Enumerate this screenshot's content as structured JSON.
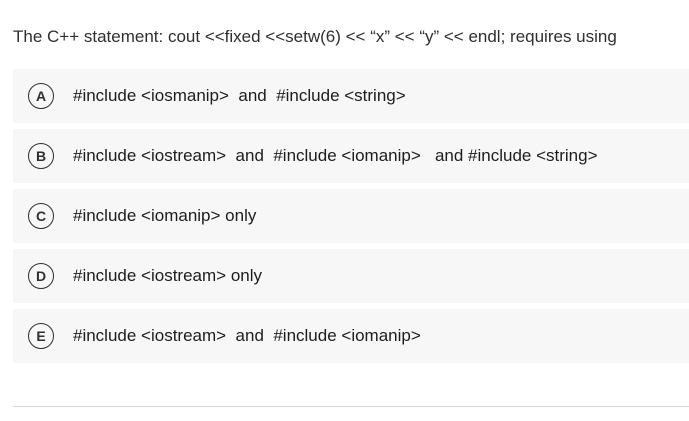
{
  "question": {
    "text": "The C++ statement: cout <<fixed <<setw(6) << “x” << “y” << endl; requires using"
  },
  "options": [
    {
      "letter": "A",
      "text": "#include <iosmanip>  and  #include <string>"
    },
    {
      "letter": "B",
      "text": "#include <iostream>  and  #include <iomanip>   and #include <string>"
    },
    {
      "letter": "C",
      "text": "#include <iomanip> only"
    },
    {
      "letter": "D",
      "text": "#include <iostream> only"
    },
    {
      "letter": "E",
      "text": "#include <iostream>  and  #include <iomanip>"
    }
  ]
}
